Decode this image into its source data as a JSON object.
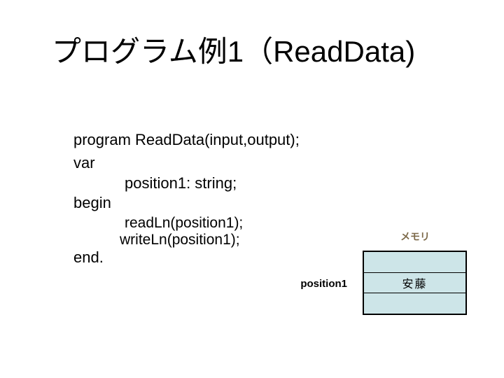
{
  "slide": {
    "title": "プログラム例1（ReadData)",
    "code": {
      "lines": [
        "program ReadData(input,output);",
        "var",
        "position1: string;",
        "begin",
        "readLn(position1);",
        "writeLn(position1);",
        "end."
      ]
    },
    "memory": {
      "label": "メモリ",
      "label_color": "#7d6a4a",
      "cell_fill": "#cde5e8",
      "border_color": "#000000",
      "variable_name": "position1",
      "cells": [
        "",
        "安藤",
        ""
      ]
    },
    "colors": {
      "background": "#ffffff",
      "text": "#000000"
    }
  }
}
